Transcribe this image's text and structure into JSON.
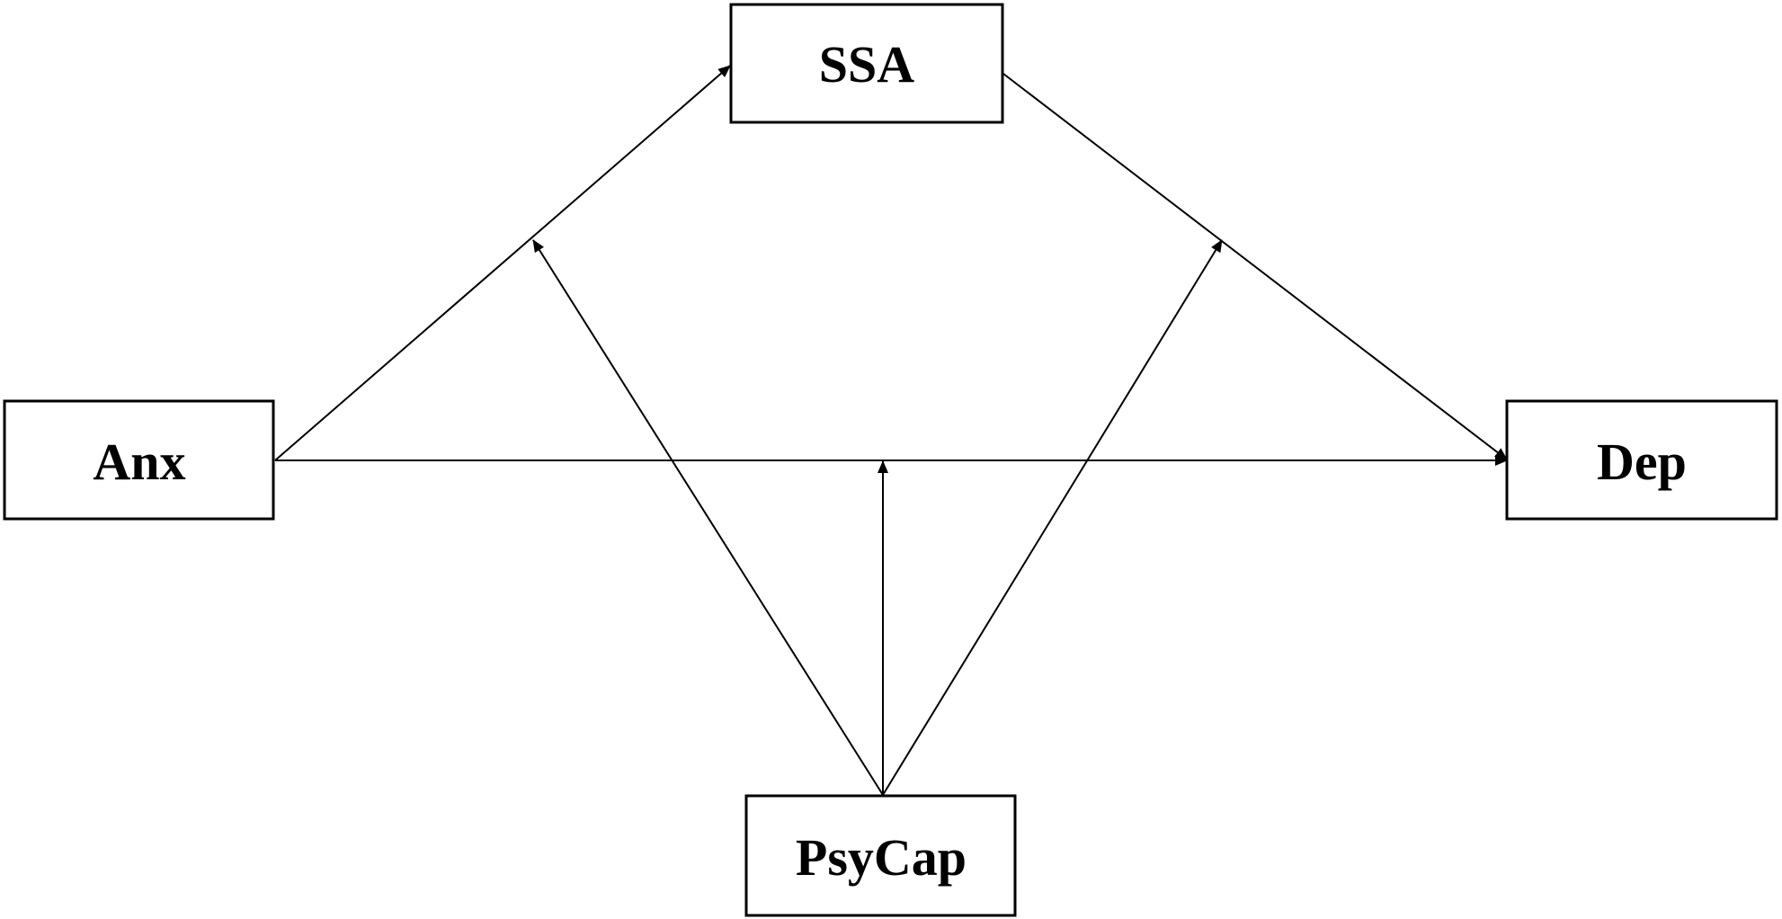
{
  "nodes": {
    "ssa": {
      "label": "SSA"
    },
    "anx": {
      "label": "Anx"
    },
    "dep": {
      "label": "Dep"
    },
    "psycap": {
      "label": "PsyCap"
    }
  },
  "paths": [
    {
      "from": "Anx",
      "to": "SSA"
    },
    {
      "from": "SSA",
      "to": "Dep"
    },
    {
      "from": "Anx",
      "to": "Dep"
    },
    {
      "from": "PsyCap",
      "to": "Anx→SSA path"
    },
    {
      "from": "PsyCap",
      "to": "SSA→Dep path"
    },
    {
      "from": "PsyCap",
      "to": "Anx→Dep path"
    }
  ],
  "colors": {
    "line": "#000000",
    "background": "#ffffff"
  }
}
